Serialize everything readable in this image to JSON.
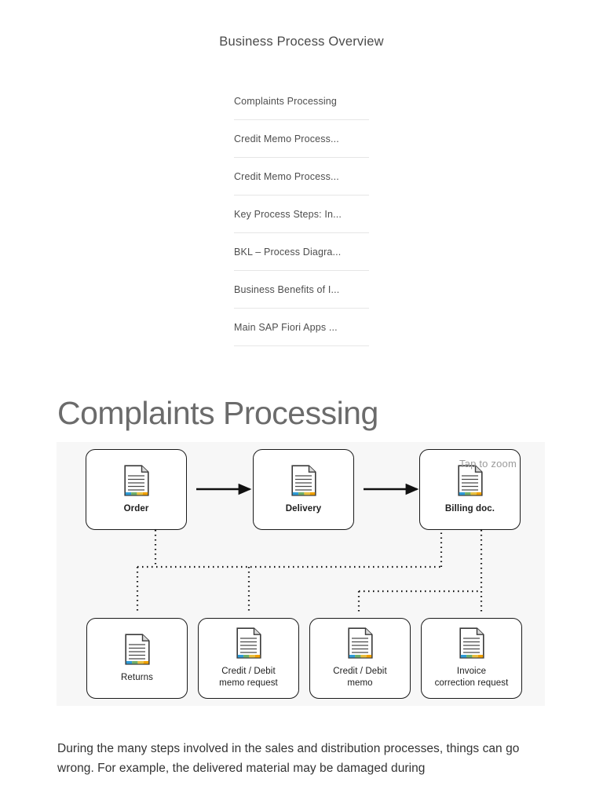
{
  "header": {
    "title": "Business Process Overview"
  },
  "toc": {
    "items": [
      {
        "label": "Complaints Processing"
      },
      {
        "label": "Credit Memo Process..."
      },
      {
        "label": "Credit Memo Process..."
      },
      {
        "label": "Key Process Steps: In..."
      },
      {
        "label": "BKL – Process Diagra..."
      },
      {
        "label": "Business Benefits of I..."
      },
      {
        "label": "Main SAP Fiori Apps ..."
      }
    ]
  },
  "section": {
    "heading": "Complaints Processing"
  },
  "diagram": {
    "overlay_label": "Tap to zoom",
    "icon_name": "document-icon",
    "colors": {
      "node_border": "#1a1a1a",
      "node_fill": "#ffffff",
      "canvas_bg": "#f7f7f7",
      "connector": "#111111",
      "icon_stripe_blue": "#2e9bd6",
      "icon_stripe_teal": "#6fae6a",
      "icon_stripe_yellow": "#e8c040",
      "icon_stripe_orange": "#f0a000"
    },
    "top_nodes": [
      {
        "label": "Order"
      },
      {
        "label": "Delivery"
      },
      {
        "label": "Billing  doc."
      }
    ],
    "bottom_nodes": [
      {
        "label": "Returns"
      },
      {
        "label": "Credit / Debit\nmemo request"
      },
      {
        "label": "Credit / Debit\nmemo"
      },
      {
        "label": "Invoice\ncorrection request"
      }
    ]
  },
  "body": {
    "paragraph": "During the many steps involved in the sales and distribution processes, things can go wrong. For example, the delivered material may be damaged during"
  }
}
